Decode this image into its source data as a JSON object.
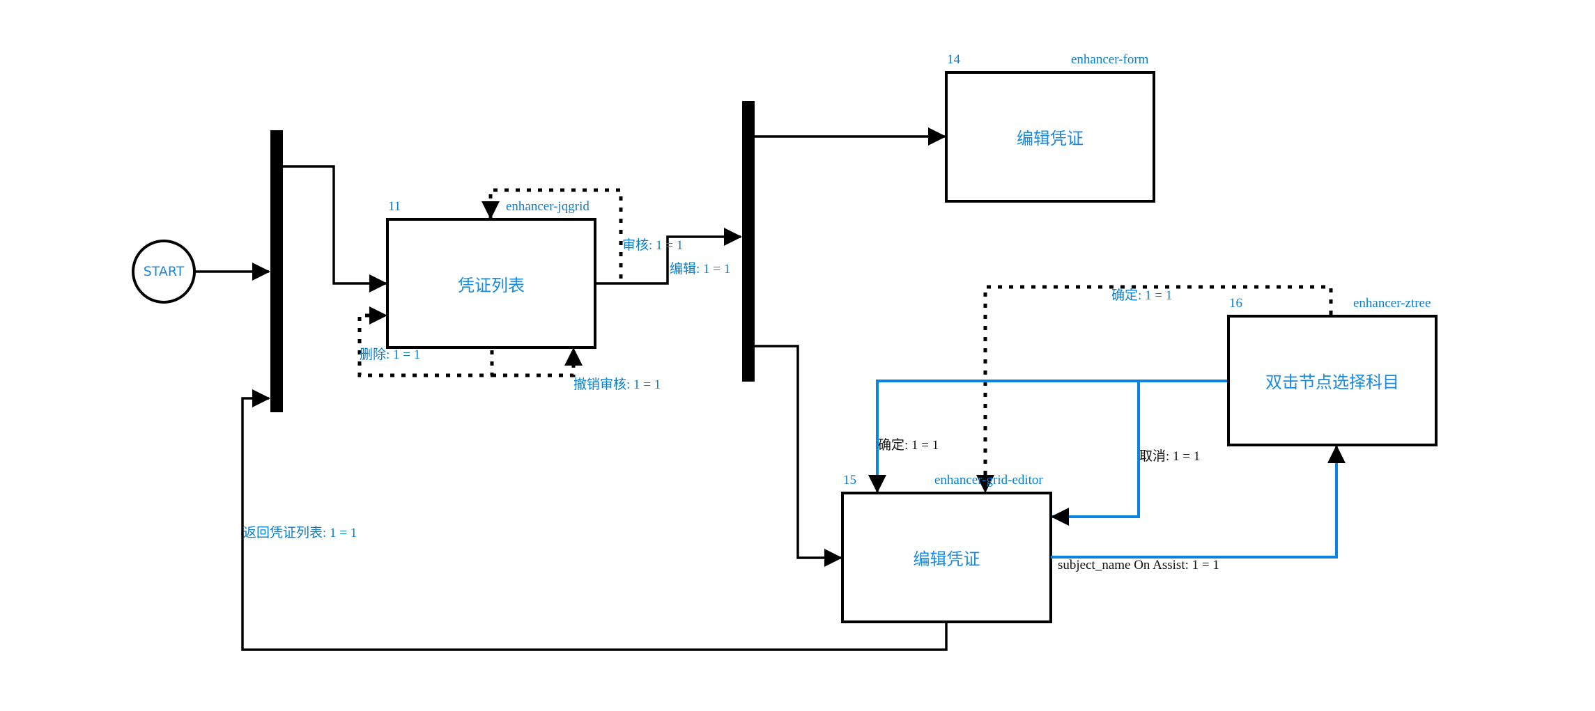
{
  "diagram": {
    "start": {
      "label": "START"
    },
    "nodes": [
      {
        "id": "11",
        "title": "凭证列表",
        "type": "enhancer-jqgrid"
      },
      {
        "id": "14",
        "title": "编辑凭证",
        "type": "enhancer-form"
      },
      {
        "id": "15",
        "title": "编辑凭证",
        "type": "enhancer-grid-editor"
      },
      {
        "id": "16",
        "title": "双击节点选择科目",
        "type": "enhancer-ztree"
      }
    ],
    "edges": [
      {
        "label": "审核: 1 = 1"
      },
      {
        "label": "编辑: 1 = 1"
      },
      {
        "label": "删除: 1 = 1"
      },
      {
        "label": "撤销审核: 1 = 1"
      },
      {
        "label": "确定: 1 = 1"
      },
      {
        "label": "确定: 1 = 1"
      },
      {
        "label": "取消: 1 = 1"
      },
      {
        "label": "subject_name On Assist: 1 = 1"
      },
      {
        "label": "返回凭证列表: 1 = 1"
      }
    ],
    "colors": {
      "accent": "#0a7fd0",
      "line": "#000000",
      "assist_line": "#0a84e0"
    }
  }
}
